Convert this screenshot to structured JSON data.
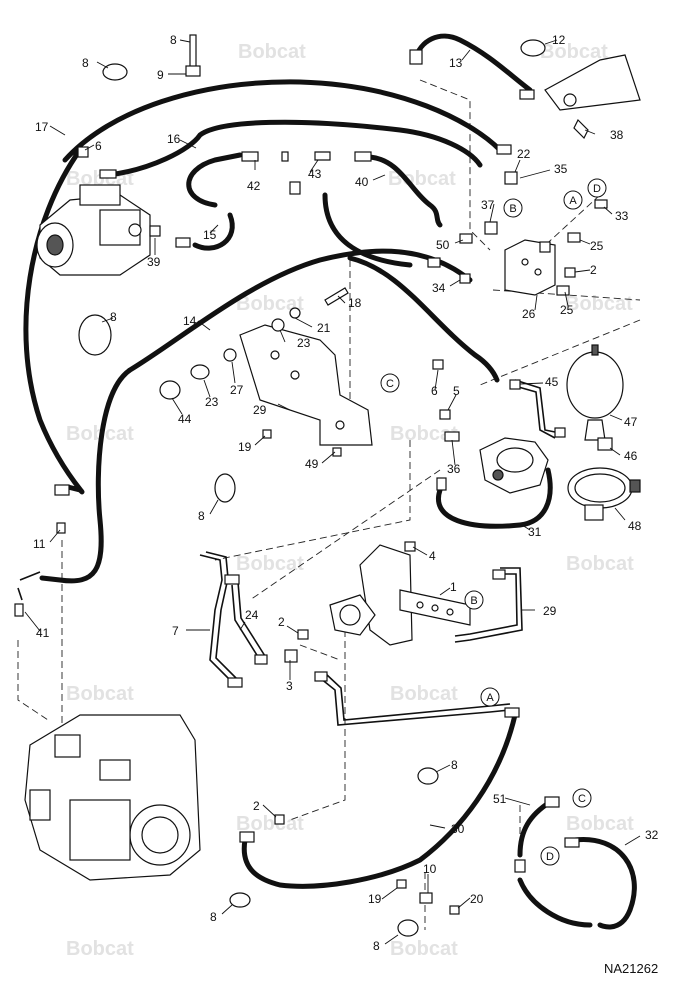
{
  "watermark_text": "Bobcat",
  "document_number": "NA21262",
  "callouts": {
    "p1": "1",
    "p2a": "2",
    "p2b": "2",
    "p2c": "2",
    "p3": "3",
    "p4": "4",
    "p5": "5",
    "p6a": "6",
    "p6b": "6",
    "p7": "7",
    "p8a": "8",
    "p8b": "8",
    "p8c": "8",
    "p8d": "8",
    "p8e": "8",
    "p8f": "8",
    "p8g": "8",
    "p9": "9",
    "p10": "10",
    "p11": "11",
    "p12": "12",
    "p13": "13",
    "p14": "14",
    "p15": "15",
    "p16": "16",
    "p17": "17",
    "p18": "18",
    "p19a": "19",
    "p19b": "19",
    "p20": "20",
    "p21": "21",
    "p22": "22",
    "p23a": "23",
    "p23b": "23",
    "p24": "24",
    "p25a": "25",
    "p25b": "25",
    "p26": "26",
    "p27": "27",
    "p29a": "29",
    "p29b": "29",
    "p30": "30",
    "p31": "31",
    "p32": "32",
    "p33": "33",
    "p34": "34",
    "p35": "35",
    "p36": "36",
    "p37": "37",
    "p38": "38",
    "p39": "39",
    "p40": "40",
    "p41": "41",
    "p42": "42",
    "p43": "43",
    "p44": "44",
    "p45": "45",
    "p46": "46",
    "p47": "47",
    "p48": "48",
    "p49": "49",
    "p50": "50",
    "p51": "51"
  },
  "ref_markers": {
    "a1": "A",
    "a2": "A",
    "b1": "B",
    "b2": "B",
    "c1": "C",
    "c2": "C",
    "d1": "D",
    "d2": "D"
  }
}
